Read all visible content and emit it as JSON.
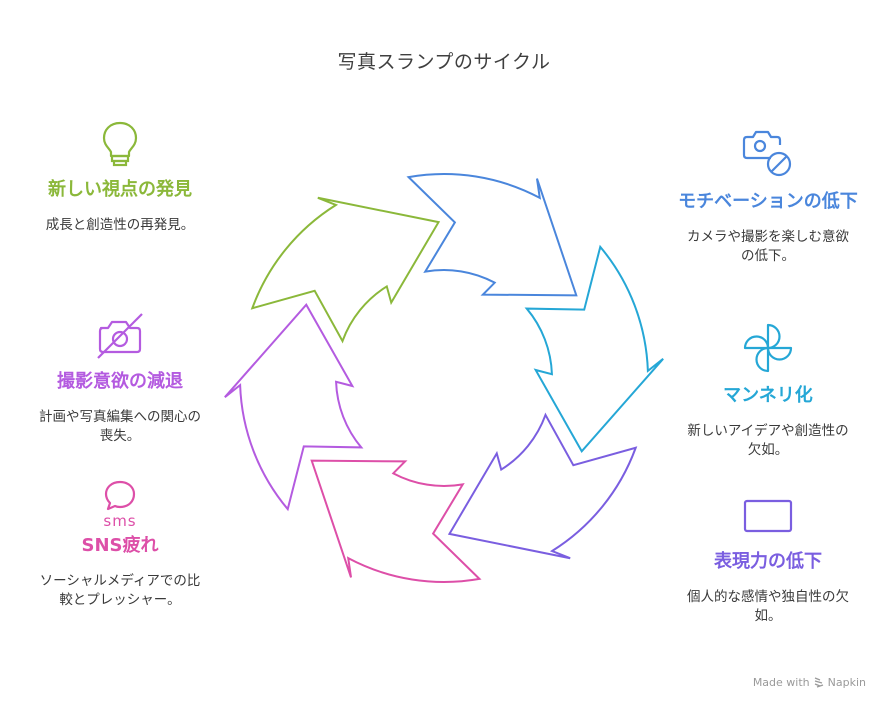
{
  "title": "写真スランプのサイクル",
  "colors": {
    "green": "#8bb83a",
    "blue": "#4a86dc",
    "cyan": "#25a7d6",
    "violet": "#7a5ee0",
    "pink": "#dd4fa8",
    "purple": "#b45be0"
  },
  "stages": [
    {
      "id": "new-perspective",
      "heading": "新しい視点の発見",
      "description": "成長と創造性の再発見。",
      "icon": "lightbulb-icon",
      "color": "#8bb83a"
    },
    {
      "id": "motivation-drop",
      "heading": "モチベーションの低下",
      "description": "カメラや撮影を楽しむ意欲の低下。",
      "icon": "camera-prohibited-icon",
      "color": "#4a86dc"
    },
    {
      "id": "mannerism",
      "heading": "マンネリ化",
      "description": "新しいアイデアや創造性の欠如。",
      "icon": "pinwheel-icon",
      "color": "#25a7d6"
    },
    {
      "id": "expression-drop",
      "heading": "表現力の低下",
      "description": "個人的な感情や独自性の欠如。",
      "icon": "blank-rectangle-icon",
      "color": "#7a5ee0"
    },
    {
      "id": "sns-fatigue",
      "heading": "SNS疲れ",
      "description": "ソーシャルメディアでの比較とプレッシャー。",
      "icon": "sms-bubble-icon",
      "color": "#dd4fa8"
    },
    {
      "id": "shooting-will-drop",
      "heading": "撮影意欲の減退",
      "description": "計画や写真編集への関心の喪失。",
      "icon": "camera-off-icon",
      "color": "#b45be0"
    }
  ],
  "footer": {
    "made_with": "Made with",
    "brand": "Napkin"
  }
}
